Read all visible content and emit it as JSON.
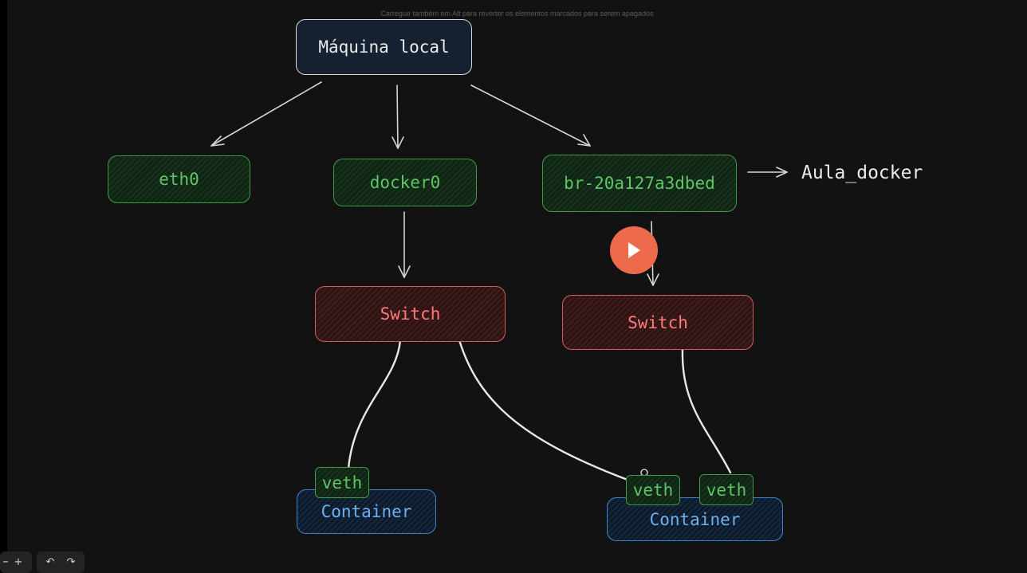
{
  "hint_text": "Carregue também em Alt para reverter os elementos marcados para serem apagados",
  "nodes": {
    "maquina": "Máquina local",
    "eth0": "eth0",
    "docker0": "docker0",
    "br": "br-20a127a3dbed",
    "switch_left": "Switch",
    "switch_right": "Switch",
    "veth_left": "veth",
    "veth_mid": "veth",
    "veth_right": "veth",
    "container_left": "Container",
    "container_right": "Container"
  },
  "aula_label": "Aula_docker",
  "toolbar": {
    "zoom_out": "−",
    "zoom_in": "+",
    "undo": "↶",
    "redo": "↷"
  },
  "colors": {
    "canvas": "#121212",
    "green": "#5fc465",
    "red": "#ff7b7b",
    "blue": "#6fb0ef",
    "play": "#ed6b4c"
  }
}
